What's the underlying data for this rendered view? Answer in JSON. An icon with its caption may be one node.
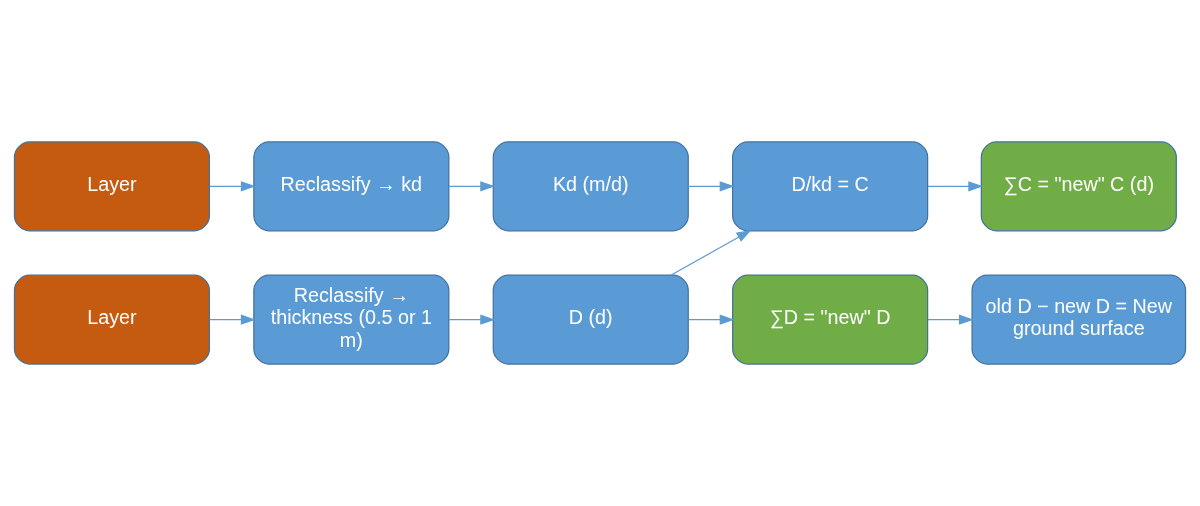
{
  "diagram": {
    "nodes": [
      {
        "text": [
          "Layer"
        ]
      },
      {
        "text": [
          "Reclassify → kd"
        ]
      },
      {
        "text": [
          "Kd (m/d)"
        ]
      },
      {
        "text": [
          "D/kd = C"
        ]
      },
      {
        "text": [
          "∑C = \"new\" C (d)"
        ]
      },
      {
        "text": [
          "Layer"
        ]
      },
      {
        "text": [
          "Reclassify → thickness (0.5 or 1 m)"
        ]
      },
      {
        "text": [
          "D (d)"
        ]
      },
      {
        "text": [
          "∑D = \"new\" D"
        ]
      },
      {
        "text": [
          "old D − new D = New ground surface"
        ]
      }
    ],
    "edges": [
      {
        "from": 0,
        "to": 1,
        "arrow": "to"
      },
      {
        "from": 1,
        "to": 2,
        "arrow": "to"
      },
      {
        "from": 2,
        "to": 3,
        "arrow": "to"
      },
      {
        "from": 5,
        "to": 6,
        "arrow": "to"
      },
      {
        "from": 6,
        "to": 7,
        "arrow": "to"
      },
      {
        "from": 7,
        "to": 3,
        "arrow": "to"
      },
      {
        "from": 3,
        "to": 4,
        "arrow": "to"
      },
      {
        "from": 7,
        "to": 8,
        "arrow": "to"
      },
      {
        "from": 8,
        "to": 9,
        "arrow": "to"
      }
    ]
  }
}
